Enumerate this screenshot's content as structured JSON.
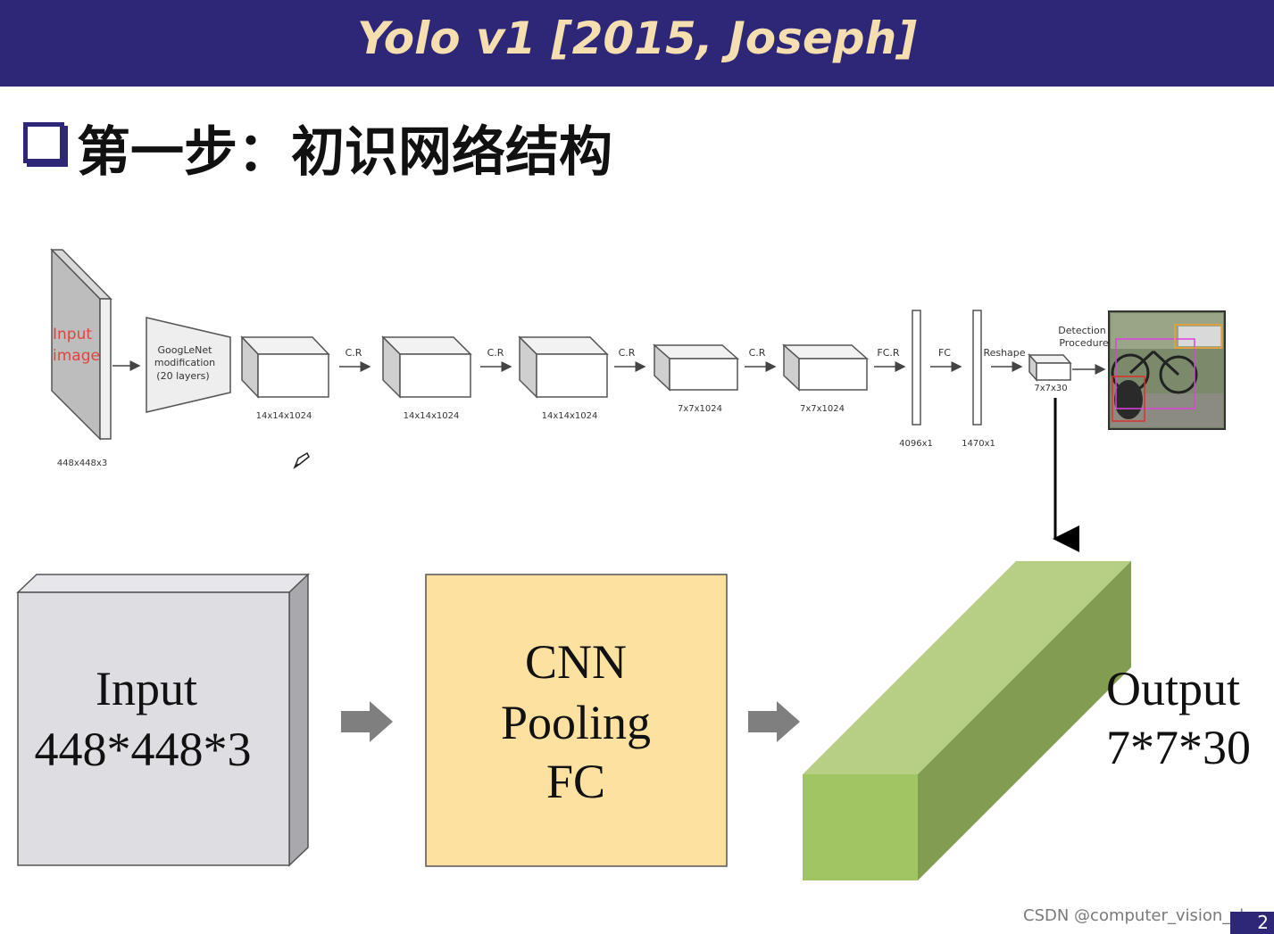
{
  "title": "Yolo v1 [2015, Joseph]",
  "step_heading": "第一步：初识网络结构",
  "network": {
    "input_label_line1": "Input",
    "input_label_line2": "image",
    "input_dim": "448x448x3",
    "googlenet_line1": "GoogLeNet",
    "googlenet_line2": "modification",
    "googlenet_line3": "(20 layers)",
    "blocks": [
      {
        "dim": "14x14x1024",
        "op": "C.R"
      },
      {
        "dim": "14x14x1024",
        "op": "C.R"
      },
      {
        "dim": "14x14x1024",
        "op": "C.R"
      },
      {
        "dim": "7x7x1024",
        "op": "C.R"
      },
      {
        "dim": "7x7x1024",
        "op": "FC.R"
      }
    ],
    "fc1_dim": "4096x1",
    "fc1_op": "FC",
    "fc2_dim": "1470x1",
    "fc2_op": "Reshape",
    "output_small_dim": "7x7x30",
    "detection_line1": "Detection",
    "detection_line2": "Procedure"
  },
  "summary": {
    "input_line1": "Input",
    "input_line2": "448*448*3",
    "cnn_line1": "CNN",
    "cnn_line2": "Pooling",
    "cnn_line3": "FC",
    "output_line1": "Output",
    "output_line2": "7*7*30"
  },
  "watermark": "CSDN @computer_vision_chen",
  "page_number": "2",
  "colors": {
    "title_bar": "#2e2778",
    "title_text": "#f5deb0",
    "cnn_box": "#fde1a0",
    "output_front": "#a2c564",
    "output_top": "#b6cf85",
    "output_side": "#829c52",
    "input_box": "#dedde2",
    "arrow_gray": "#7f7f80"
  }
}
